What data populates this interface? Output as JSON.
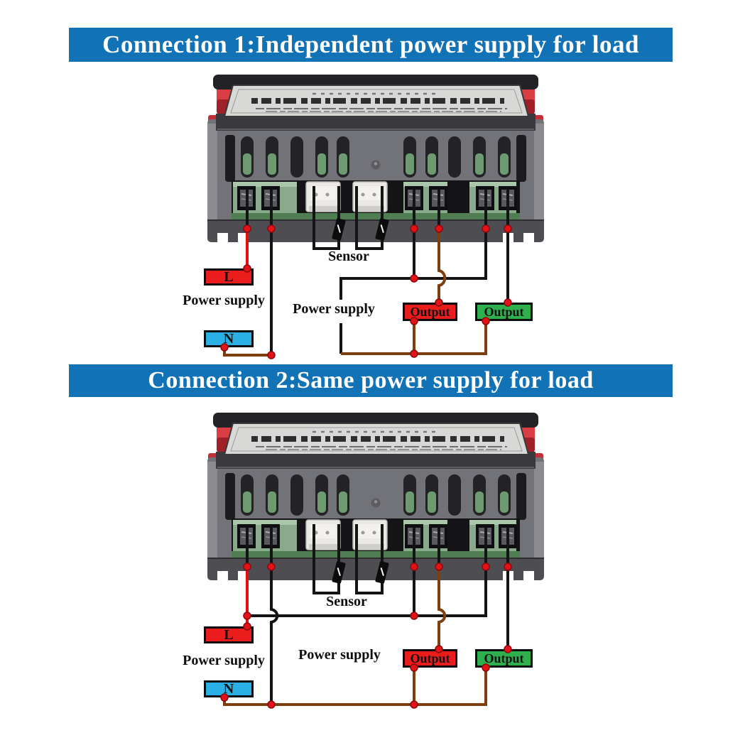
{
  "colors": {
    "header_bg": "#1272b6",
    "box_red": "#ea1c1c",
    "box_cyan": "#2bb0e5",
    "box_green": "#2eb04e",
    "wire_black": "#141414",
    "wire_red": "#e60f0f",
    "wire_brown": "#7e3f10",
    "dot_fill": "#e31219",
    "dot_ring": "#8c0b0b",
    "text_dark": "#111111"
  },
  "sections": [
    {
      "header": "Connection 1:Independent power supply for load",
      "labels": {
        "line": "L",
        "neutral": "N",
        "power_supply": "Power supply",
        "load_power_supply": "Power supply",
        "sensor": "Sensor",
        "output_1": "Output",
        "output_2": "Output"
      }
    },
    {
      "header": "Connection 2:Same power supply for load",
      "labels": {
        "line": "L",
        "neutral": "N",
        "power_supply": "Power supply",
        "load_power_supply": "Power supply",
        "sensor": "Sensor",
        "output_1": "Output",
        "output_2": "Output"
      }
    }
  ]
}
